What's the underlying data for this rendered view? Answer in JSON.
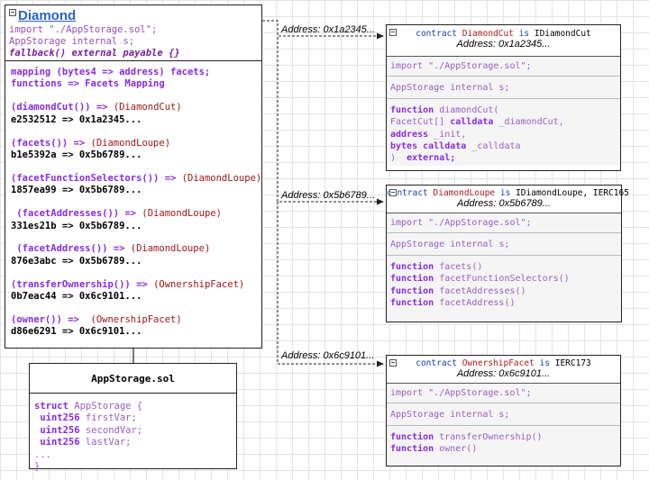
{
  "diamond": {
    "title": "Diamond",
    "header_lines": [
      "import \"./AppStorage.sol\";",
      "AppStorage internal s;",
      "fallback() external payable {}"
    ],
    "mapping_lines": [
      "mapping (bytes4 => address) facets;",
      "functions => Facets Mapping"
    ],
    "selectors": [
      {
        "call": "(diamondCut())",
        "arrow": " => ",
        "facet": "(DiamondCut)",
        "hash": "e2532512 => 0x1a2345..."
      },
      {
        "call": "(facets())",
        "arrow": " => ",
        "facet": "(DiamondLoupe)",
        "hash": "b1e5392a => 0x5b6789..."
      },
      {
        "call": "(facetFunctionSelectors())",
        "arrow": " => ",
        "facet": "(DiamondLoupe)",
        "hash": "1857ea99 => 0x5b6789..."
      },
      {
        "call": " (facetAddresses())",
        "arrow": " => ",
        "facet": "(DiamondLoupe)",
        "hash": "331es21b => 0x5b6789..."
      },
      {
        "call": " (facetAddress())",
        "arrow": " => ",
        "facet": "(DiamondLoupe)",
        "hash": "876e3abc => 0x5b6789..."
      },
      {
        "call": "(transferOwnership())",
        "arrow": " => ",
        "facet": "(OwnershipFacet)",
        "hash": "0b7eac44 => 0x6c9101..."
      },
      {
        "call": "(owner())",
        "arrow": " =>  ",
        "facet": "(OwnershipFacet)",
        "hash": "d86e6291 => 0x6c9101..."
      }
    ]
  },
  "appstorage": {
    "title": "AppStorage.sol",
    "struct_kw": "struct",
    "struct_name": " AppStorage {",
    "fields": [
      {
        "type": "uint256",
        "name": " firstVar;"
      },
      {
        "type": "uint256",
        "name": " secondVar;"
      },
      {
        "type": "uint256",
        "name": " lastVar;"
      }
    ],
    "ellipsis": "...",
    "close": "}"
  },
  "connectors": [
    {
      "address": "Address: 0x1a2345..."
    },
    {
      "address": "Address: 0x5b6789..."
    },
    {
      "address": "Address: 0x6c9101..."
    }
  ],
  "diamond_cut": {
    "contract_kw": "contract",
    "name": "DiamondCut",
    "is_kw": "is",
    "iface": "IDiamondCut",
    "address": "Address: 0x1a2345...",
    "import": "import \"./AppStorage.sol\";",
    "storage": "AppStorage internal s;",
    "fn_kw": "function",
    "fn_name": " diamondCut(",
    "p1_type": "FacetCut[]",
    "p1_kw": " calldata",
    "p1_name": " _diamondCut,",
    "p2_kw": "address",
    "p2_name": " _init,",
    "p3_kw": "bytes calldata",
    "p3_name": " _calldata",
    "close": ")",
    "ext": "  external;"
  },
  "diamond_loupe": {
    "contract_kw": "contract",
    "name": "DiamondLoupe",
    "is_kw": "is",
    "iface": "IDiamondLoupe, IERC165",
    "address": "Address: 0x5b6789...",
    "import": "import \"./AppStorage.sol\";",
    "storage": "AppStorage internal s;",
    "functions": [
      {
        "kw": "function",
        "name": " facets()"
      },
      {
        "kw": "function",
        "name": " facetFunctionSelectors()"
      },
      {
        "kw": "function",
        "name": " facetAddresses()"
      },
      {
        "kw": "function",
        "name": " facetAddress()"
      }
    ]
  },
  "ownership_facet": {
    "contract_kw": "contract",
    "name": "OwnershipFacet",
    "is_kw": "is",
    "iface": "IERC173",
    "address": "Address: 0x6c9101...",
    "import": "import \"./AppStorage.sol\";",
    "storage": "AppStorage internal s;",
    "functions": [
      {
        "kw": "function",
        "name": " transferOwnership()"
      },
      {
        "kw": "function",
        "name": " owner()"
      }
    ]
  }
}
